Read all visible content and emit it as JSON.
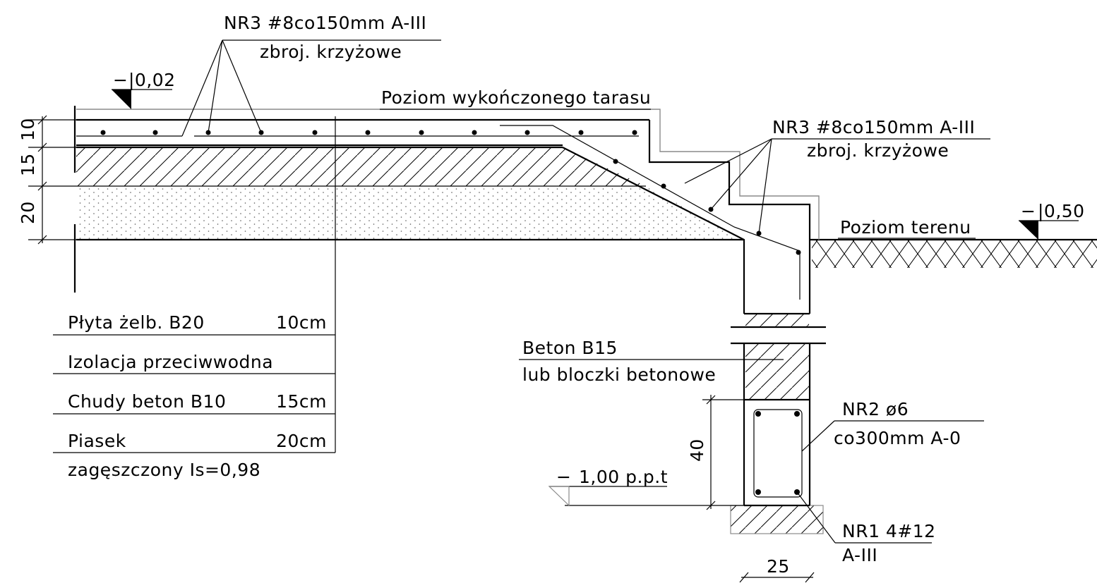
{
  "labels": {
    "top_rebar_mark": "NR3 #8co150mm A-III",
    "top_rebar_sub": "zbroj. krzyżowe",
    "top_level_value": "|0,02",
    "terrace_level": "Poziom wykończonego tarasu",
    "right_rebar_mark": "NR3 #8co150mm  A-III",
    "right_rebar_sub": "zbroj. krzyżowe",
    "ground_level_value": "|0,50",
    "ground_level": "Poziom terenu",
    "concrete_label": "Beton B15",
    "concrete_sub": "lub bloczki betonowe",
    "stirrup_mark": "NR2 ø6",
    "stirrup_sub": "co300mm A-0",
    "bottom_level": "1,00 p.p.t",
    "main_rebar_mark": "NR1 4#12",
    "main_rebar_sub": "A-III",
    "sign_minus": "−"
  },
  "layers": [
    {
      "name": "Płyta żelb. B20",
      "thickness": "10cm"
    },
    {
      "name": "Izolacja przeciwwodna",
      "thickness": ""
    },
    {
      "name": "Chudy beton B10",
      "thickness": "15cm"
    },
    {
      "name": "Piasek",
      "thickness": "20cm"
    }
  ],
  "sand_note": "zagęszczony Is=0,98",
  "dimensions": {
    "slab_dim": "10",
    "lean_dim": "15",
    "sand_dim": "20",
    "beam_height_dim": "40",
    "beam_width_dim": "25"
  },
  "colors": {
    "line": "#000000",
    "grey_line": "#8a8a8a",
    "background": "#ffffff"
  }
}
